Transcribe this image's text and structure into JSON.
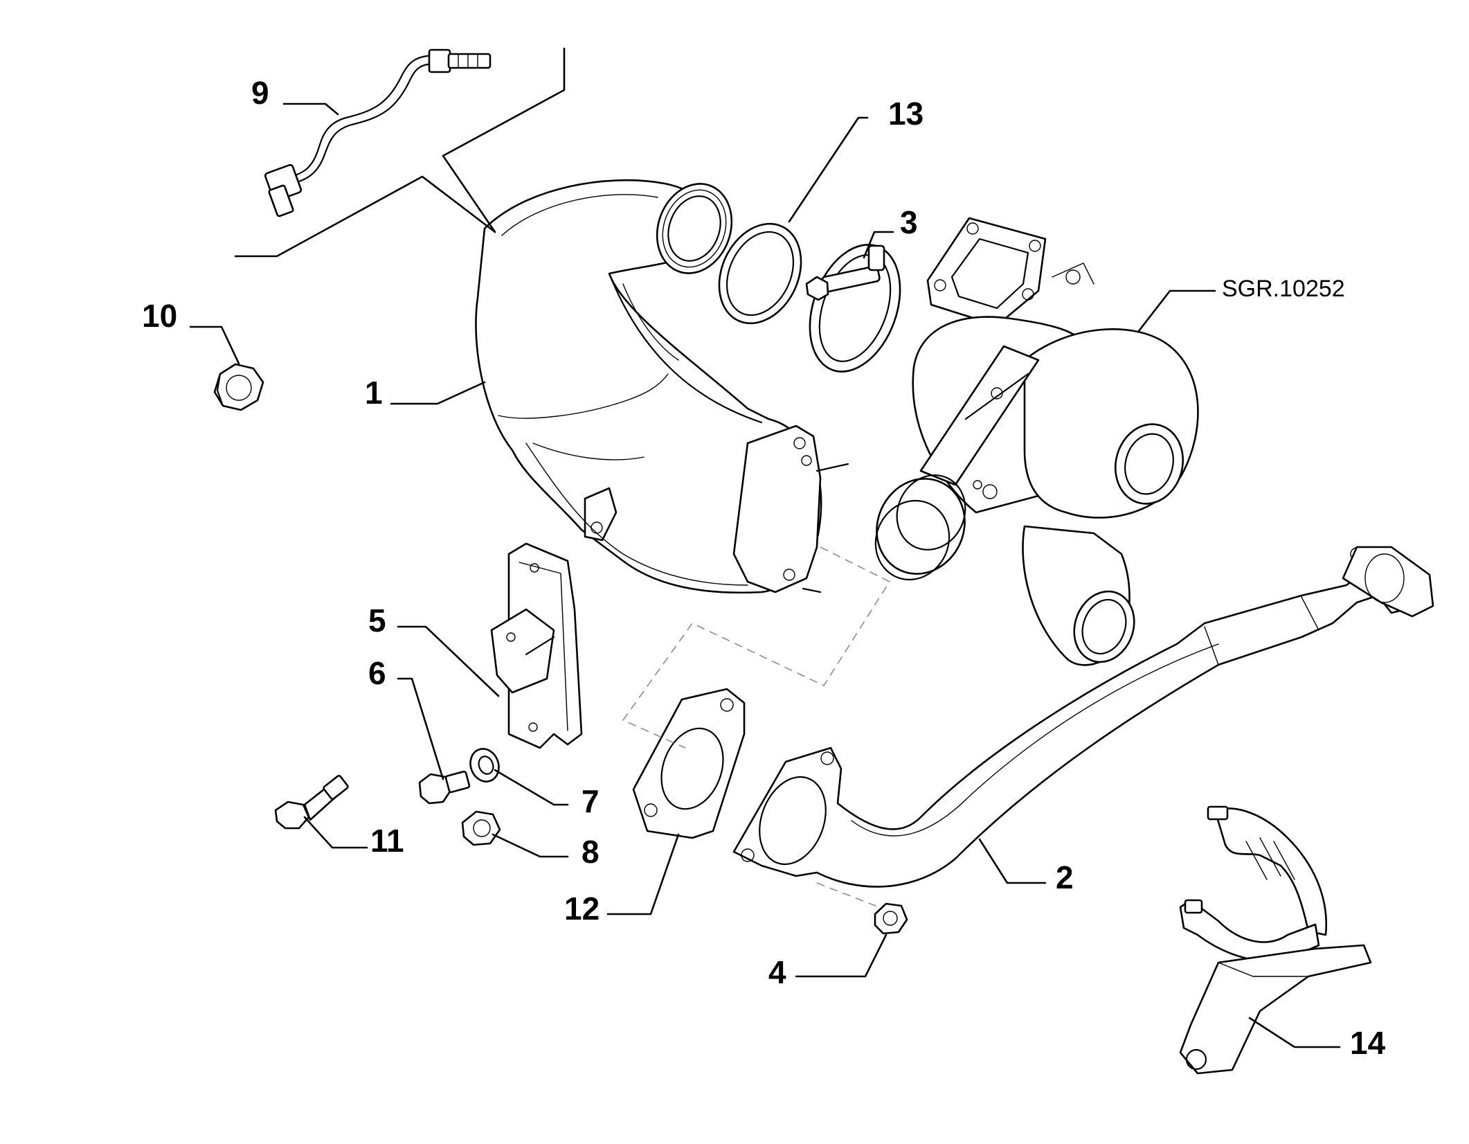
{
  "reference_code": "SGR.10252",
  "callouts": {
    "c1": "1",
    "c2": "2",
    "c3": "3",
    "c4": "4",
    "c5": "5",
    "c6": "6",
    "c7": "7",
    "c8": "8",
    "c9": "9",
    "c10": "10",
    "c11": "11",
    "c12": "12",
    "c13": "13",
    "c14": "14"
  },
  "colors": {
    "line": "#000000",
    "background": "#ffffff",
    "dashed_guide": "#8c8c8c"
  }
}
